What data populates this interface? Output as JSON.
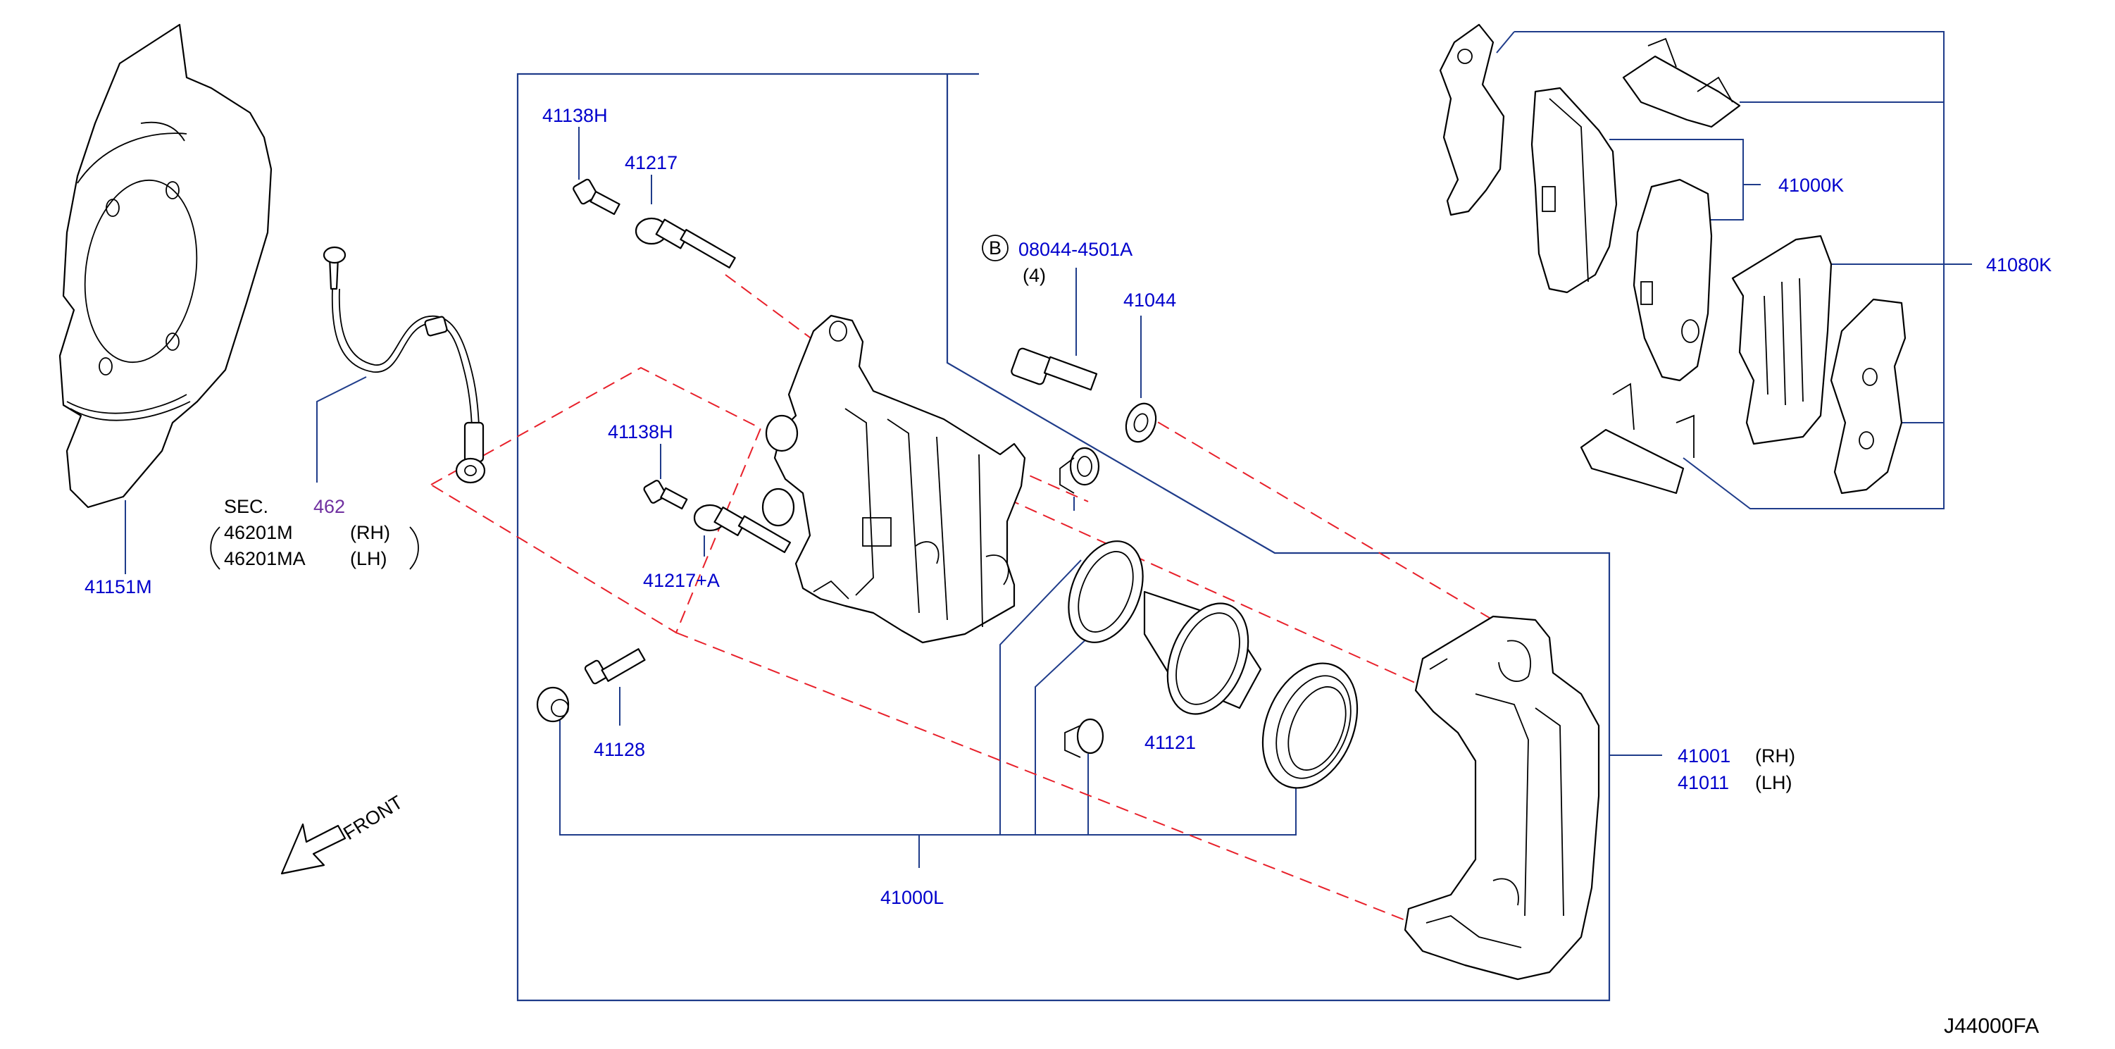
{
  "diagram": {
    "part_numbers": {
      "p41138H_top": "41138H",
      "p41217": "41217",
      "p08044": "08044-4501A",
      "p08044_qty": "(4)",
      "p08044_mark": "B",
      "p41044": "41044",
      "p41000K": "41000K",
      "p41080K": "41080K",
      "p41138H_mid": "41138H",
      "p41217A": "41217+A",
      "p41128": "41128",
      "p41121": "41121",
      "p41000L": "41000L",
      "p41001": "41001",
      "p41001_side": "(RH)",
      "p41011": "41011",
      "p41011_side": "(LH)",
      "p41151M": "41151M"
    },
    "hose_ref": {
      "sec_label": "SEC.",
      "sec_number": "462",
      "part_rh": "46201M",
      "part_rh_side": "(RH)",
      "part_lh": "46201MA",
      "part_lh_side": "(LH)"
    },
    "direction_label": "FRONT",
    "diagram_code": "J44000FA",
    "colors": {
      "label_blue": "#0000cc",
      "leader_blue": "#1f3c8a",
      "dash_red": "#e8202a",
      "section_purple": "#7030a0"
    }
  }
}
